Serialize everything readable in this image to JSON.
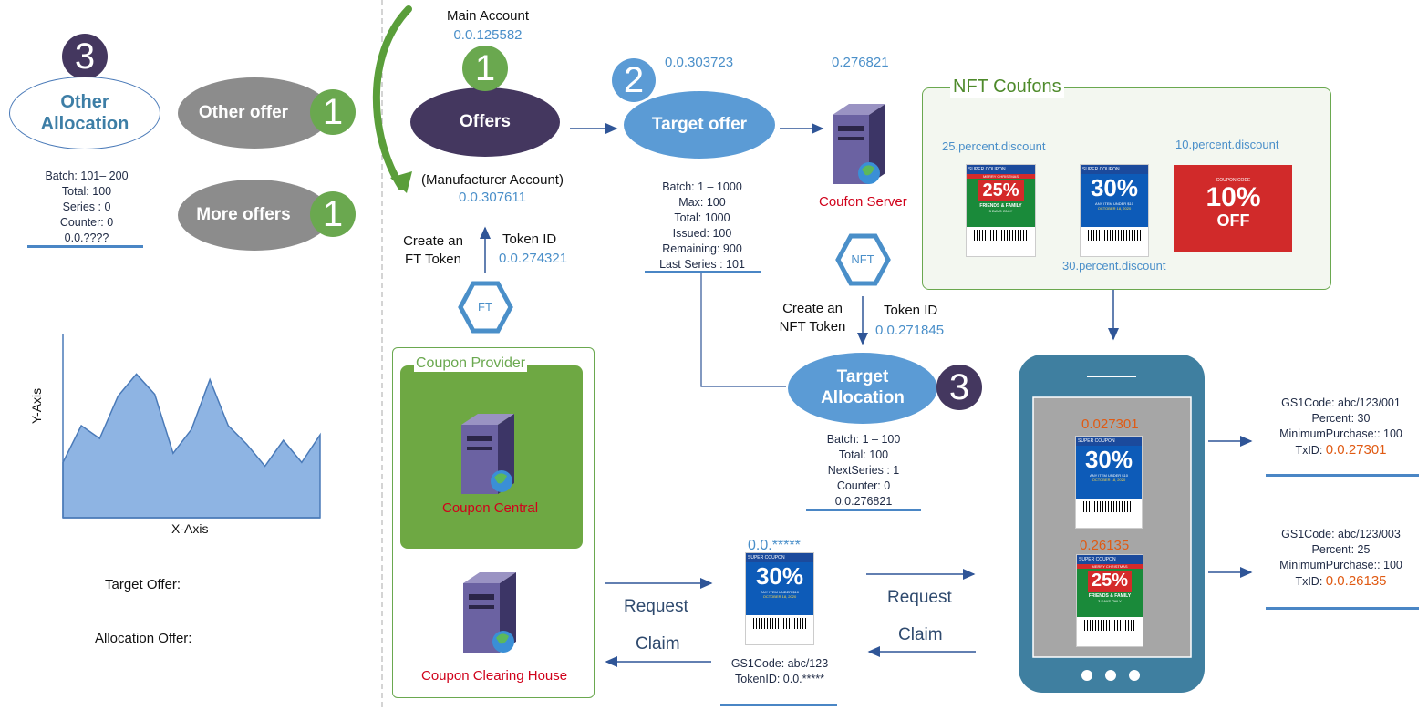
{
  "left": {
    "other_allocation": "Other\nAllocation",
    "other_allocation_badge": "3",
    "other_offer": "Other offer",
    "other_offer_badge": "1",
    "more_offers": "More offers",
    "more_offers_badge": "1",
    "alloc_info": [
      "Batch: 101– 200",
      "Total: 100",
      "Series : 0",
      "Counter: 0",
      "0.0.????"
    ],
    "y_axis": "Y-Axis",
    "x_axis": "X-Axis",
    "target_offer_label": "Target Offer:",
    "allocation_offer_label": "Allocation Offer:"
  },
  "chart_data": {
    "type": "area",
    "xlabel": "X-Axis",
    "ylabel": "Y-Axis",
    "x": [
      0,
      1,
      2,
      3,
      4,
      5,
      6,
      7,
      8,
      9,
      10,
      11,
      12,
      13,
      14
    ],
    "values": [
      30,
      50,
      43,
      66,
      78,
      67,
      35,
      48,
      75,
      50,
      40,
      28,
      42,
      30,
      45
    ],
    "ylim": [
      0,
      100
    ],
    "grid": false
  },
  "main_account": {
    "label": "Main Account",
    "id": "0.0.125582",
    "badge": "1"
  },
  "offers": "Offers",
  "manufacturer": {
    "label": "(Manufacturer Account)",
    "id": "0.0.307611"
  },
  "ft_token": {
    "create": "Create an\nFT Token",
    "token_label": "Token ID",
    "token_id": "0.0.274321",
    "hex": "FT"
  },
  "target_offer": {
    "id": "0.0.303723",
    "label": "Target offer",
    "badge": "2",
    "info": [
      "Batch: 1 – 1000",
      "Max: 100",
      "Total: 1000",
      "Issued: 100",
      "Remaining: 900",
      "Last Series : 101"
    ]
  },
  "coufon_server": {
    "id": "0.276821",
    "label": "Coufon Server"
  },
  "nft": {
    "hex": "NFT",
    "create": "Create an\nNFT Token",
    "token_label": "Token ID",
    "token_id": "0.0.271845"
  },
  "target_allocation": {
    "label": "Target\nAllocation",
    "badge": "3",
    "info": [
      "Batch: 1 – 100",
      "Total: 100",
      "NextSeries : 1",
      "Counter: 0",
      "0.0.276821"
    ]
  },
  "nft_coufons": {
    "title": "NFT Coufons",
    "label_25": "25.percent.discount",
    "label_10": "10.percent.discount",
    "label_30": "30.percent.discount"
  },
  "coupon_provider": {
    "title": "Coupon Provider",
    "central": "Coupon Central",
    "clearing": "Coupon Clearing House"
  },
  "center_coupon": {
    "id": "0.0.*****",
    "gs1": "GS1Code: abc/123",
    "token": "TokenID: 0.0.*****"
  },
  "flow": {
    "request_left": "Request",
    "claim_left": "Claim",
    "request_right": "Request",
    "claim_right": "Claim"
  },
  "phone": {
    "coupon1_id": "0.027301",
    "coupon2_id": "0.26135"
  },
  "tx1": {
    "gs1": "GS1Code: abc/123/001",
    "percent": "Percent: 30",
    "min": "MinimumPurchase:: 100",
    "tx_label": "TxID:",
    "tx_id": "0.0.27301"
  },
  "tx2": {
    "gs1": "GS1Code: abc/123/003",
    "percent": "Percent: 25",
    "min": "MinimumPurchase:: 100",
    "tx_label": "TxID:",
    "tx_id": "0.0.26135"
  },
  "coupon_text": {
    "super": "SUPER COUPON",
    "p30": "30%",
    "off": "OFF",
    "any": "ANY ITEM UNDER $10",
    "valid": "VALID THRU",
    "date": "OCTOBER 18, 2020",
    "merry": "MERRY CHRISTMAS",
    "p25": "25%",
    "ff": "FRIENDS & FAMILY",
    "days": "3 DAYS ONLY",
    "code": "COUPON CODE",
    "p10": "10%"
  },
  "colors": {
    "blue_node": "#5b9bd5",
    "purple_node": "#44375f",
    "gray_node": "#8c8c8c",
    "green_badge": "#6aa84f",
    "provider_green": "#6ea843",
    "phone": "#3f7fa0",
    "arrow": "#2f5597"
  }
}
